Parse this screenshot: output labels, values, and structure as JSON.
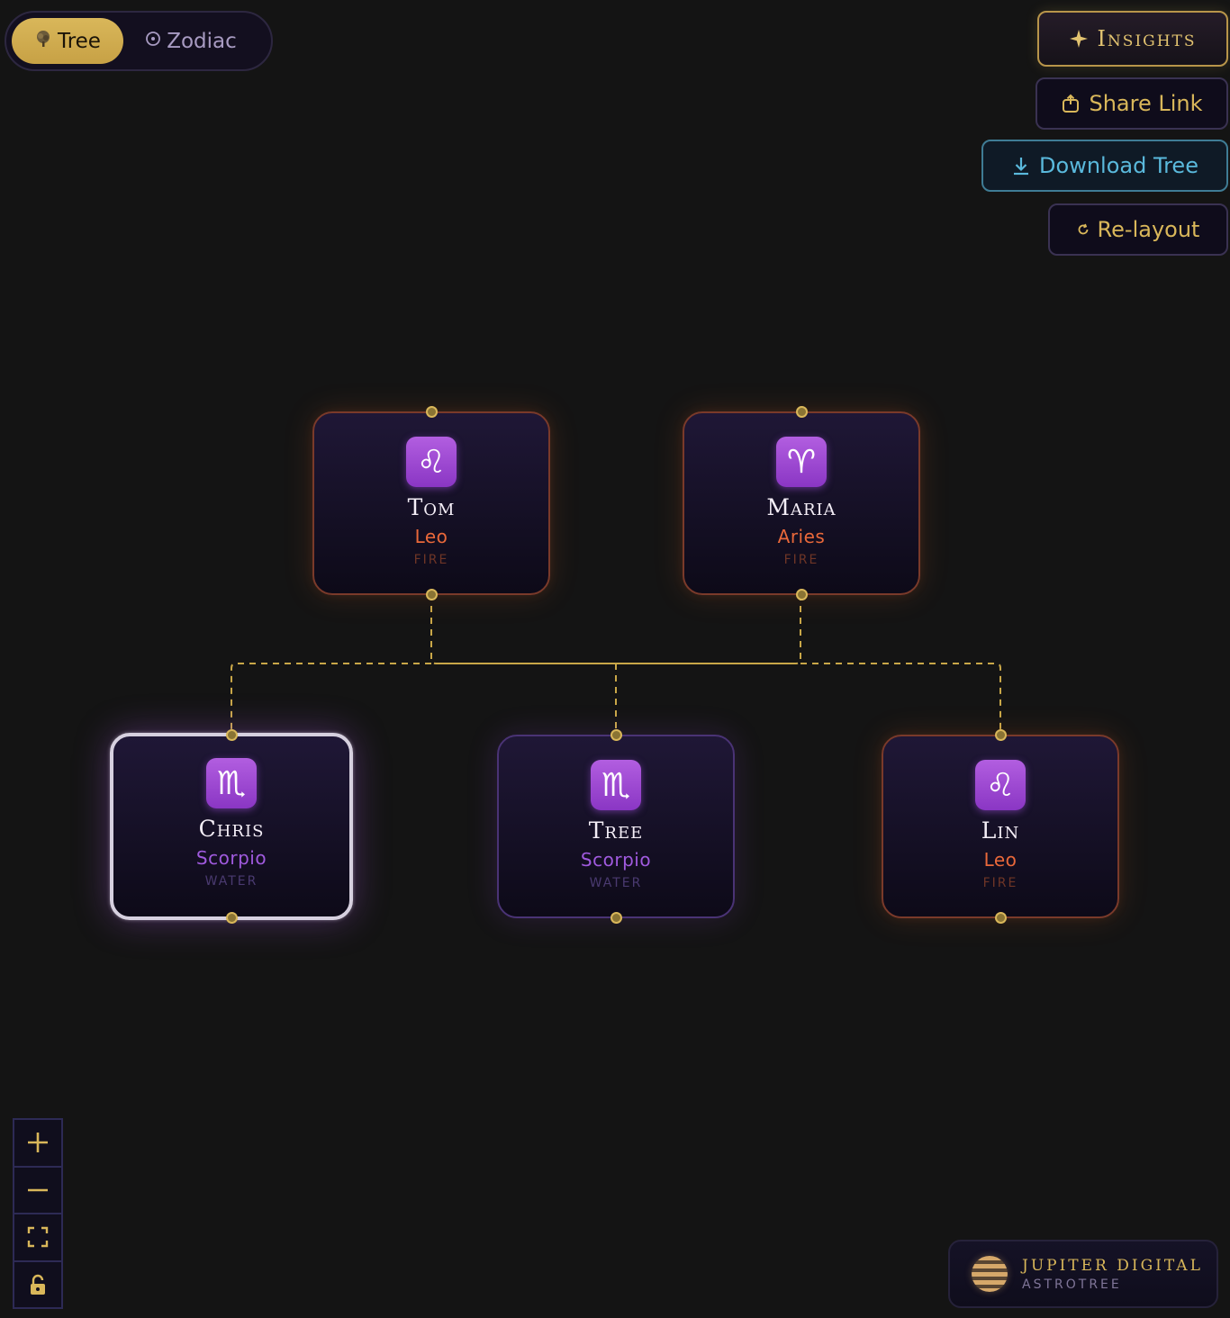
{
  "view_toggle": {
    "tabs": [
      {
        "label": "Tree",
        "icon": "tree-icon",
        "active": true
      },
      {
        "label": "Zodiac",
        "icon": "target-icon",
        "active": false
      }
    ]
  },
  "toolbar": {
    "insights_label": "Insights",
    "insights_icon": "sparkle-icon",
    "share_label": "Share Link",
    "share_icon": "share-icon",
    "download_label": "Download Tree",
    "download_icon": "download-icon",
    "relayout_label": "Re-layout",
    "relayout_icon": "refresh-icon"
  },
  "people": [
    {
      "name": "Tom",
      "sign": "Leo",
      "glyph": "♌",
      "element": "FIRE"
    },
    {
      "name": "Maria",
      "sign": "Aries",
      "glyph": "♈",
      "element": "FIRE"
    },
    {
      "name": "Chris",
      "sign": "Scorpio",
      "glyph": "♏",
      "element": "WATER",
      "selected": true
    },
    {
      "name": "Tree",
      "sign": "Scorpio",
      "glyph": "♏",
      "element": "WATER"
    },
    {
      "name": "Lin",
      "sign": "Leo",
      "glyph": "♌",
      "element": "FIRE"
    }
  ],
  "relationships": [
    {
      "parents": [
        "Tom",
        "Maria"
      ],
      "children": [
        "Chris",
        "Tree",
        "Lin"
      ]
    }
  ],
  "zoom_controls": [
    "zoom-in-icon",
    "zoom-out-icon",
    "fit-view-icon",
    "lock-icon"
  ],
  "colors": {
    "gold": "#d9b75a",
    "fire": "#e9683a",
    "water": "#a05ade",
    "download": "#5ab9dc",
    "badge": "#a24ed4"
  },
  "branding": {
    "title": "JUPITER DIGITAL",
    "subtitle": "ASTROTREE"
  }
}
